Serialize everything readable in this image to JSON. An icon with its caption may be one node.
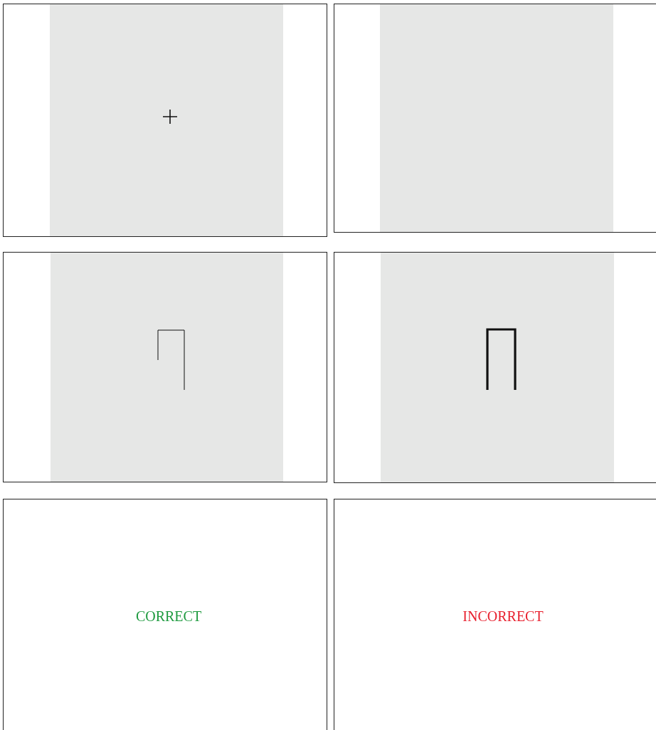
{
  "diagram": {
    "nodes": [
      {
        "text": [],
        "shape": "box"
      },
      {
        "text": [],
        "shape": "box"
      },
      {
        "text": [],
        "shape": "box"
      },
      {
        "text": [],
        "shape": "box"
      },
      {
        "text": [
          "CORRECT"
        ]
      },
      {
        "text": [
          "INCORRECT"
        ]
      }
    ]
  }
}
